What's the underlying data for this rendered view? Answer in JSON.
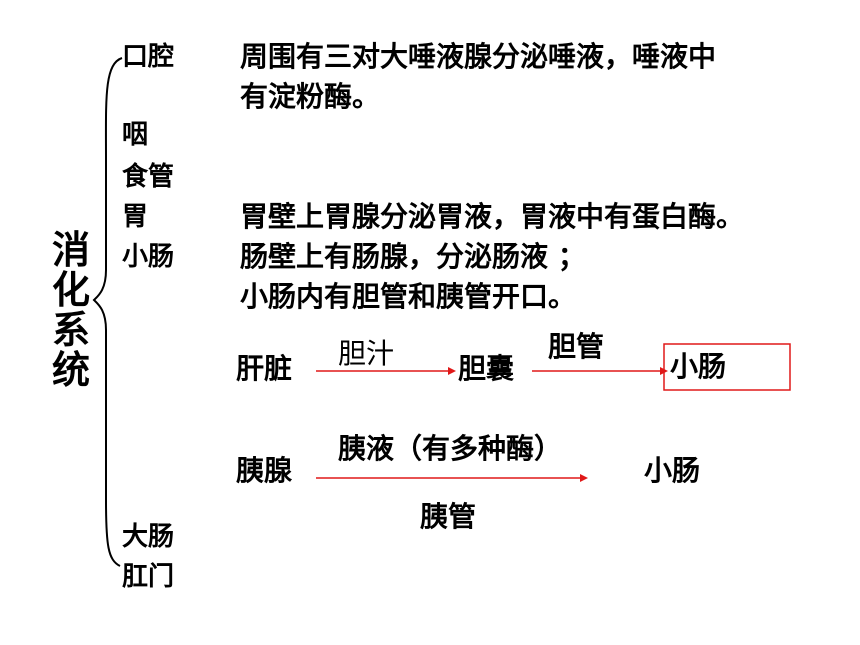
{
  "title": "消化系统",
  "organs": {
    "mouth": "口腔",
    "pharynx": "咽",
    "esophagus": "食管",
    "stomach": "胃",
    "small_intestine": "小肠",
    "large_intestine": "大肠",
    "anus": "肛门"
  },
  "descriptions": {
    "mouth_line1": "周围有三对大唾液腺分泌唾液，唾液中",
    "mouth_line2": "有淀粉酶。",
    "stomach": "胃壁上胃腺分泌胃液，胃液中有蛋白酶。",
    "intestine_line1": "肠壁上有肠腺，分泌肠液 ；",
    "intestine_line2": "小肠内有胆管和胰管开口。"
  },
  "bile_flow": {
    "liver": "肝脏",
    "bile": "胆汁",
    "gallbladder": "胆囊",
    "bile_duct": "胆管",
    "small_intestine": "小肠"
  },
  "pancreas_flow": {
    "pancreas": "胰腺",
    "juice": "胰液（有多种酶）",
    "small_intestine": "小肠",
    "duct": "胰管"
  },
  "colors": {
    "arrow": "#e01818",
    "box": "#e01818",
    "text": "#000000"
  }
}
